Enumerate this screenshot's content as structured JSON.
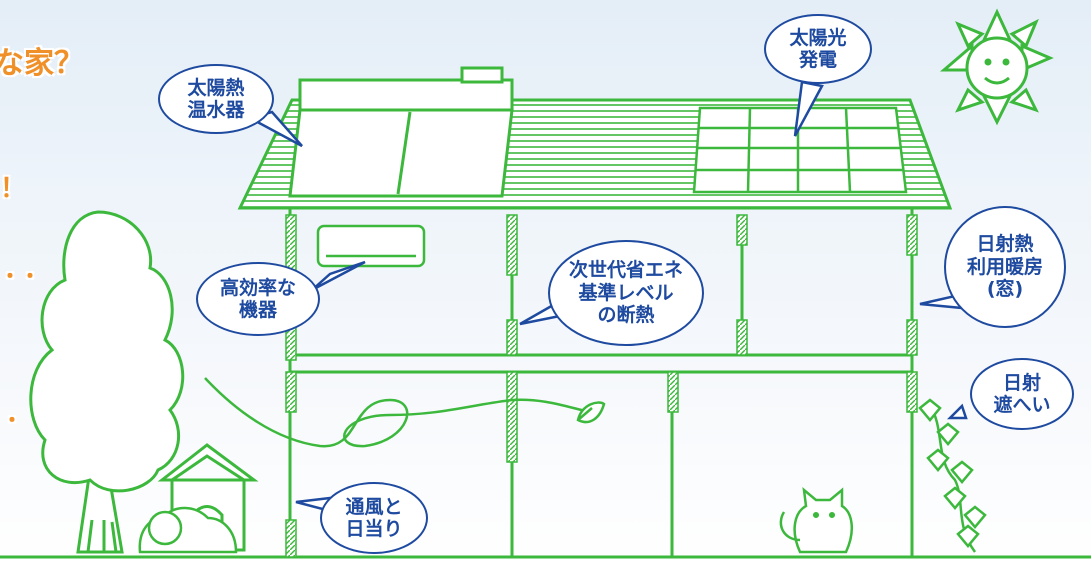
{
  "headline": {
    "title_fragment": "な家？",
    "line2_fragment": "！",
    "side_marks": [
      "・・",
      "・"
    ]
  },
  "labels": {
    "solar_water_heater": [
      "太陽熱",
      "温水器"
    ],
    "solar_power": [
      "太陽光",
      "発電"
    ],
    "efficient_equipment": [
      "高効率な",
      "機器"
    ],
    "insulation": [
      "次世代省エネ",
      "基準レベル",
      "の断熱"
    ],
    "solar_heat_window": [
      "日射熱",
      "利用暖房",
      "(窓)"
    ],
    "sun_shading": [
      "日射",
      "遮へい"
    ],
    "ventilation_sunlight": [
      "通風と",
      "日当り"
    ]
  },
  "colors": {
    "line": "#3cb83c",
    "bubble_border": "#1e4aa0",
    "bubble_text": "#1e4aa0",
    "headline": "#f09028"
  },
  "icons": [
    "sun-icon",
    "tree-icon",
    "doghouse-icon",
    "dog-icon",
    "cat-icon",
    "ivy-icon",
    "leaf-icon",
    "air-conditioner-icon",
    "solar-panel-icon",
    "solar-water-heater-icon"
  ]
}
